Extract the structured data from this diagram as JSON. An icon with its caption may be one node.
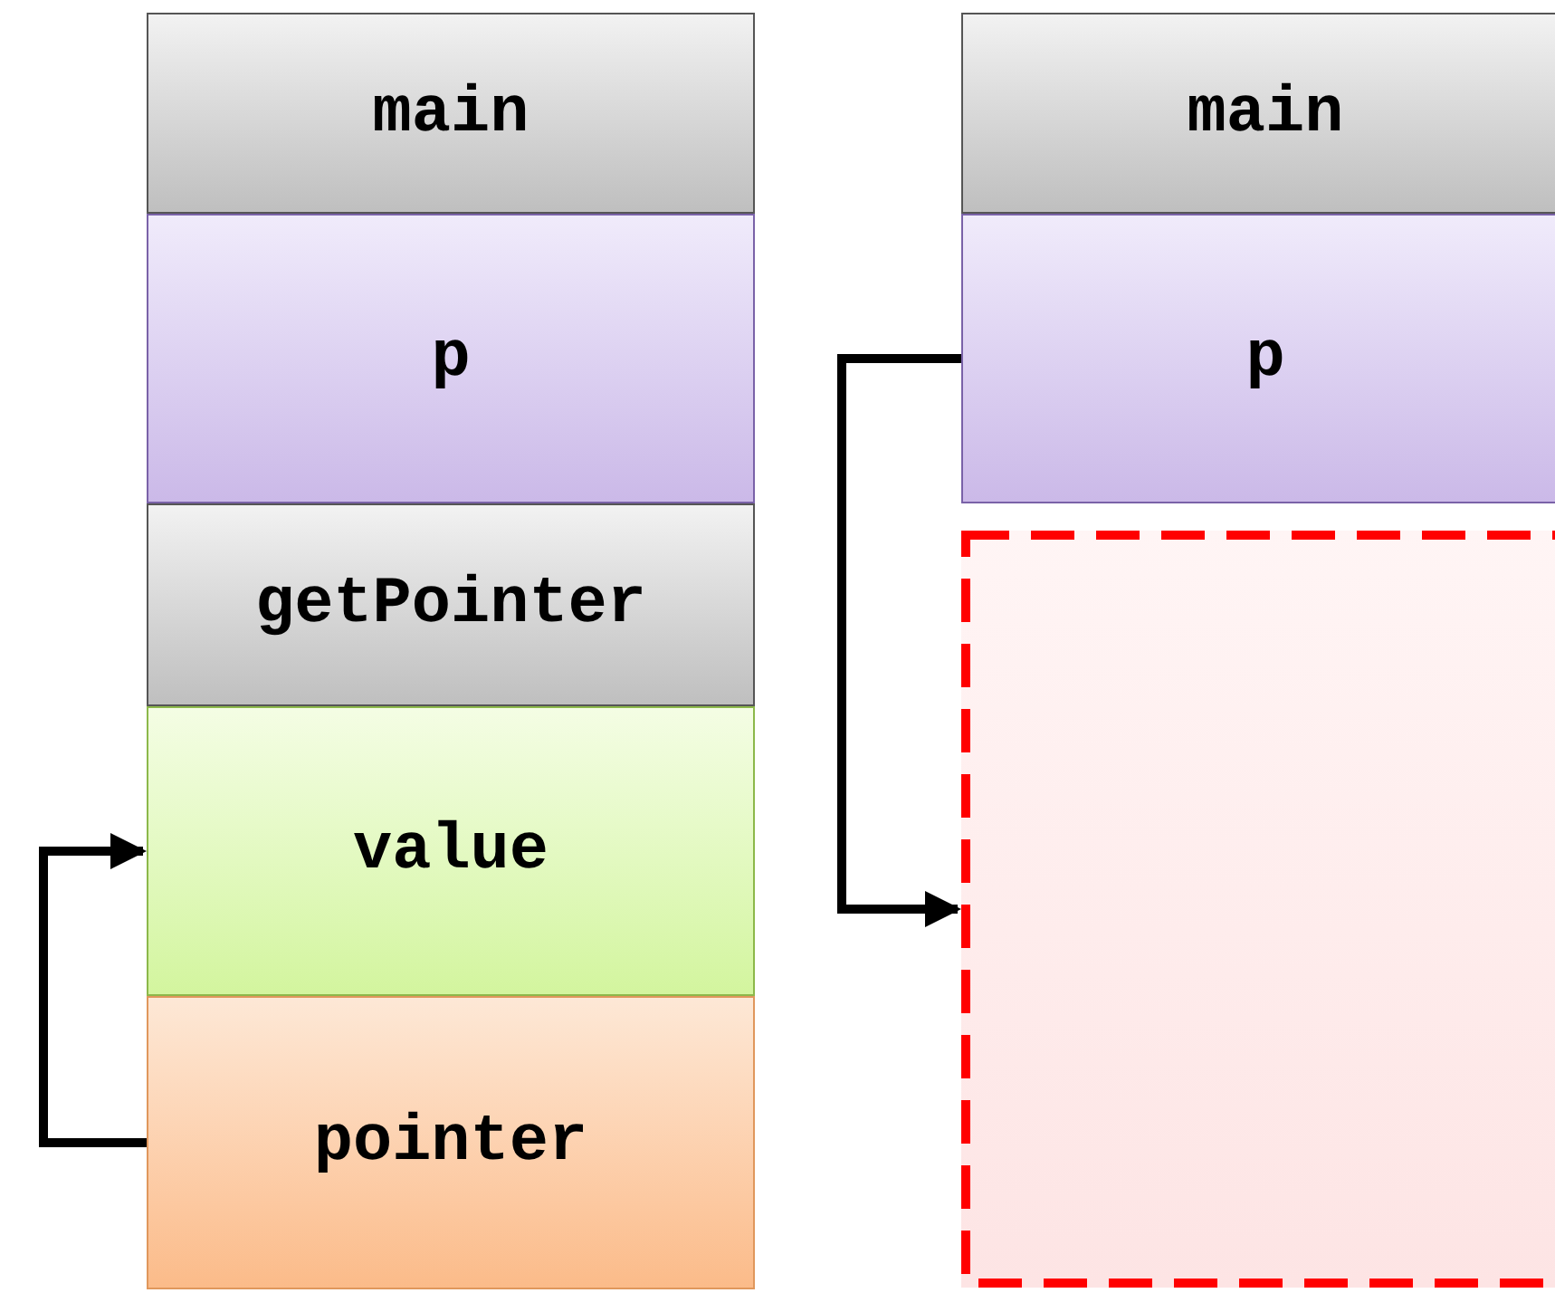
{
  "diagram": {
    "nodes": [
      {
        "text": [
          "main"
        ]
      },
      {
        "text": [
          "p"
        ]
      },
      {
        "text": [
          "getPointer"
        ]
      },
      {
        "text": [
          "value"
        ]
      },
      {
        "text": [
          "pointer"
        ]
      },
      {
        "text": [
          "main"
        ]
      },
      {
        "text": [
          "p"
        ]
      },
      {
        "text": [],
        "shape": "box"
      }
    ],
    "edges": [
      {
        "from": 4,
        "to": 3,
        "arrow": "to"
      },
      {
        "from": 6,
        "to": 7,
        "arrow": "to"
      }
    ]
  }
}
